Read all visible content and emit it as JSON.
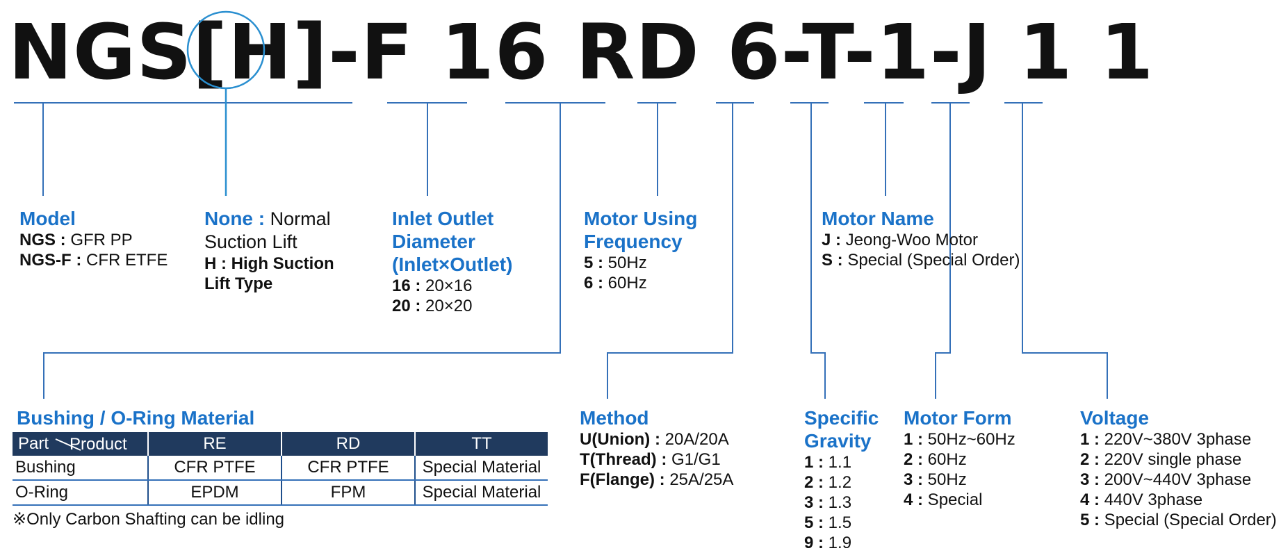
{
  "model_code": "NGS[H]-F 16 RD 6-T-1-J 1 1",
  "colors": {
    "accent": "#1a72c8",
    "line": "#3470b8",
    "circle": "#2a8fd0",
    "table_header": "#203a5e"
  },
  "blocks": {
    "model": {
      "title": "Model",
      "lines": [
        {
          "k": "NGS :",
          "v": " GFR PP"
        },
        {
          "k": "NGS-F :",
          "v": " CFR ETFE"
        }
      ]
    },
    "none": {
      "title": "None :",
      "title_rest": " Normal",
      "line2": "Suction Lift",
      "h1": "H : High Suction",
      "h2": "Lift Type"
    },
    "diameter": {
      "title": [
        "Inlet Outlet",
        "Diameter",
        "(Inlet×Outlet)"
      ],
      "lines": [
        {
          "k": "16 :",
          "v": " 20×16"
        },
        {
          "k": "20 :",
          "v": " 20×20"
        }
      ]
    },
    "frequency": {
      "title": [
        "Motor Using",
        "Frequency"
      ],
      "lines": [
        {
          "k": "5 :",
          "v": " 50Hz"
        },
        {
          "k": "6 :",
          "v": " 60Hz"
        }
      ]
    },
    "motor_name": {
      "title": "Motor Name",
      "lines": [
        {
          "k": "J :",
          "v": " Jeong-Woo Motor"
        },
        {
          "k": "S :",
          "v": " Special (Special Order)"
        }
      ]
    },
    "method": {
      "title": "Method",
      "lines": [
        {
          "k": "U(Union) :",
          "v": " 20A/20A"
        },
        {
          "k": "T(Thread) :",
          "v": " G1/G1"
        },
        {
          "k": "F(Flange) :",
          "v": " 25A/25A"
        }
      ]
    },
    "gravity": {
      "title": [
        "Specific",
        "Gravity"
      ],
      "lines": [
        {
          "k": "1 :",
          "v": " 1.1"
        },
        {
          "k": "2 :",
          "v": " 1.2"
        },
        {
          "k": "3 :",
          "v": " 1.3"
        },
        {
          "k": "5 :",
          "v": " 1.5"
        },
        {
          "k": "9 :",
          "v": " 1.9"
        }
      ]
    },
    "motor_form": {
      "title": "Motor Form",
      "lines": [
        {
          "k": "1 :",
          "v": " 50Hz~60Hz"
        },
        {
          "k": "2 :",
          "v": " 60Hz"
        },
        {
          "k": "3 :",
          "v": " 50Hz"
        },
        {
          "k": "4 :",
          "v": " Special"
        }
      ]
    },
    "voltage": {
      "title": "Voltage",
      "lines": [
        {
          "k": "1 :",
          "v": " 220V~380V 3phase"
        },
        {
          "k": "2 :",
          "v": " 220V single phase"
        },
        {
          "k": "3 :",
          "v": " 200V~440V 3phase"
        },
        {
          "k": "4 :",
          "v": " 440V 3phase"
        },
        {
          "k": "5 :",
          "v": " Special (Special Order)"
        }
      ]
    },
    "bushing": {
      "title": "Bushing / O-Ring Material",
      "header": {
        "part": "Part",
        "product": "Product",
        "cols": [
          "RE",
          "RD",
          "TT"
        ]
      },
      "rows": [
        {
          "label": "Bushing",
          "cells": [
            "CFR PTFE",
            "CFR PTFE",
            "Special Material"
          ]
        },
        {
          "label": "O-Ring",
          "cells": [
            "EPDM",
            "FPM",
            "Special Material"
          ]
        }
      ],
      "note": "※Only Carbon Shafting can be idling"
    }
  }
}
